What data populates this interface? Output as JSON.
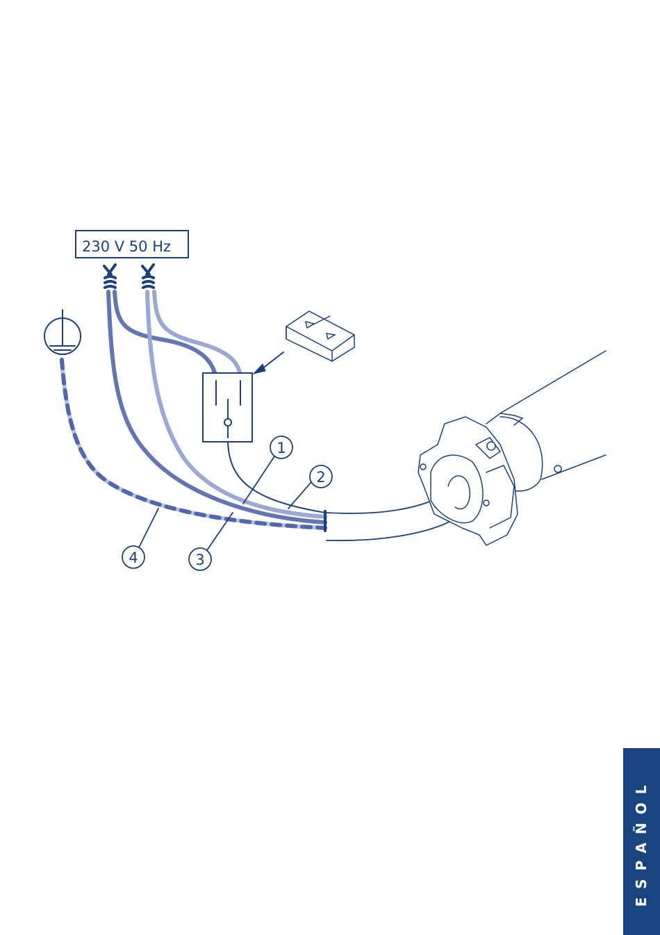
{
  "power_label": "230 V  50 Hz",
  "callouts": [
    "1",
    "2",
    "3",
    "4"
  ],
  "language_tab": "ESPAÑOL",
  "colors": {
    "navy": "#1b3f7a",
    "wire_dark": "#6475b2",
    "wire_light": "#9aa8d2",
    "tab": "#1a4480"
  }
}
